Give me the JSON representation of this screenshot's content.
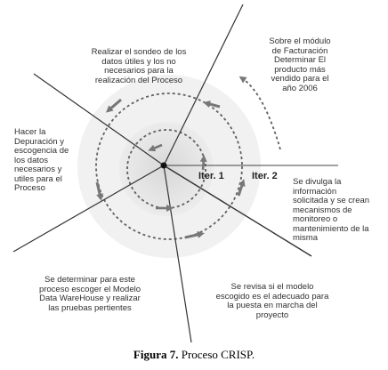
{
  "labels": {
    "top_left": [
      "Realizar el sondeo de los",
      "datos útiles y los no",
      "necesarios para la",
      "realización del Proceso"
    ],
    "top_right": [
      "Sobre el módulo",
      "de Facturación",
      "Determinar El",
      "producto más",
      "vendido para el",
      "año 2006"
    ],
    "left": [
      "Hacer la",
      "Depuración y",
      "escogencia de",
      "los datos",
      "necesarios y",
      "utiles para el",
      "Proceso"
    ],
    "right": [
      "Se divulga la",
      "información",
      "solicitada y se crean",
      "mecanismos de",
      "monitoreo o",
      "mantenimiento de la",
      "misma"
    ],
    "bottom_left": [
      "Se determinar para este",
      "proceso escoger el Modelo",
      "Data WareHouse y realizar",
      "las pruebas pertientes"
    ],
    "bottom_right": [
      "Se revisa si el modelo",
      "escogido es el adecuado para",
      "la puesta en marcha del",
      "proyecto"
    ]
  },
  "iterations": {
    "iter1": "Iter. 1",
    "iter2": "Iter. 2"
  },
  "caption": {
    "prefix": "Figura 7.",
    "text": " Proceso CRISP."
  }
}
